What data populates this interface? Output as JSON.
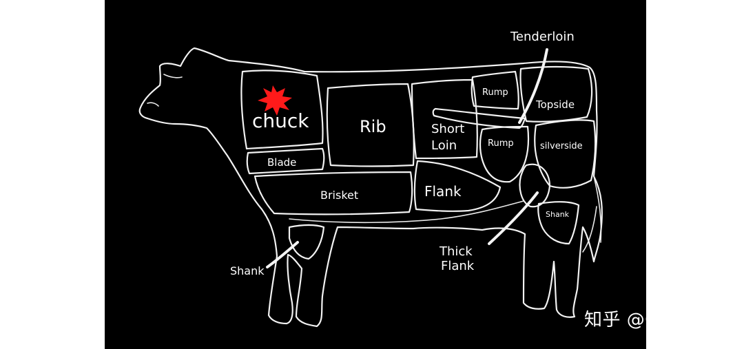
{
  "cuts": {
    "chuck": "chuck",
    "rib": "Rib",
    "short_loin_line1": "Short",
    "short_loin_line2": "Loin",
    "rump_top": "Rump",
    "topside": "Topside",
    "rump_lower": "Rump",
    "silverside": "silverside",
    "blade": "Blade",
    "brisket": "Brisket",
    "flank": "Flank",
    "shank_rear": "Shank"
  },
  "callouts": {
    "tenderloin": "Tenderloin",
    "thick_flank_line1": "Thick",
    "thick_flank_line2": "Flank",
    "shank_front": "Shank"
  },
  "highlight": {
    "cut": "chuck",
    "color": "#ff1a1a"
  },
  "colors": {
    "background": "#000000",
    "chalk": "#f2f2f2",
    "page": "#ffffff"
  },
  "watermark": "知乎 @Cora.Z"
}
